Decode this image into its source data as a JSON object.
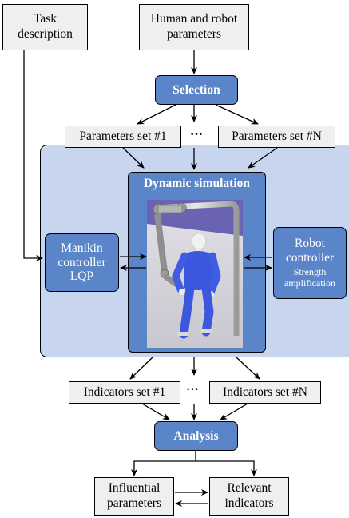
{
  "nodes": {
    "task": "Task\ndescription",
    "params": "Human and robot\nparameters",
    "selection": "Selection",
    "param_set_1": "Parameters set #1",
    "param_set_n": "Parameters set #N",
    "param_ellipsis": "···",
    "simulation_title": "Dynamic simulation",
    "manikin_title": "Manikin\ncontroller",
    "manikin_sub": "LQP",
    "robot_title": "Robot\ncontroller",
    "robot_sub": "Strength\namplification",
    "ind_set_1": "Indicators set #1",
    "ind_set_n": "Indicators set #N",
    "ind_ellipsis": "···",
    "analysis": "Analysis",
    "influential": "Influential\nparameters",
    "relevant": "Relevant\nindicators"
  },
  "colors": {
    "accent_blue": "#5b85c9",
    "panel_blue": "#c7d6ee",
    "box_gray": "#efefef"
  }
}
